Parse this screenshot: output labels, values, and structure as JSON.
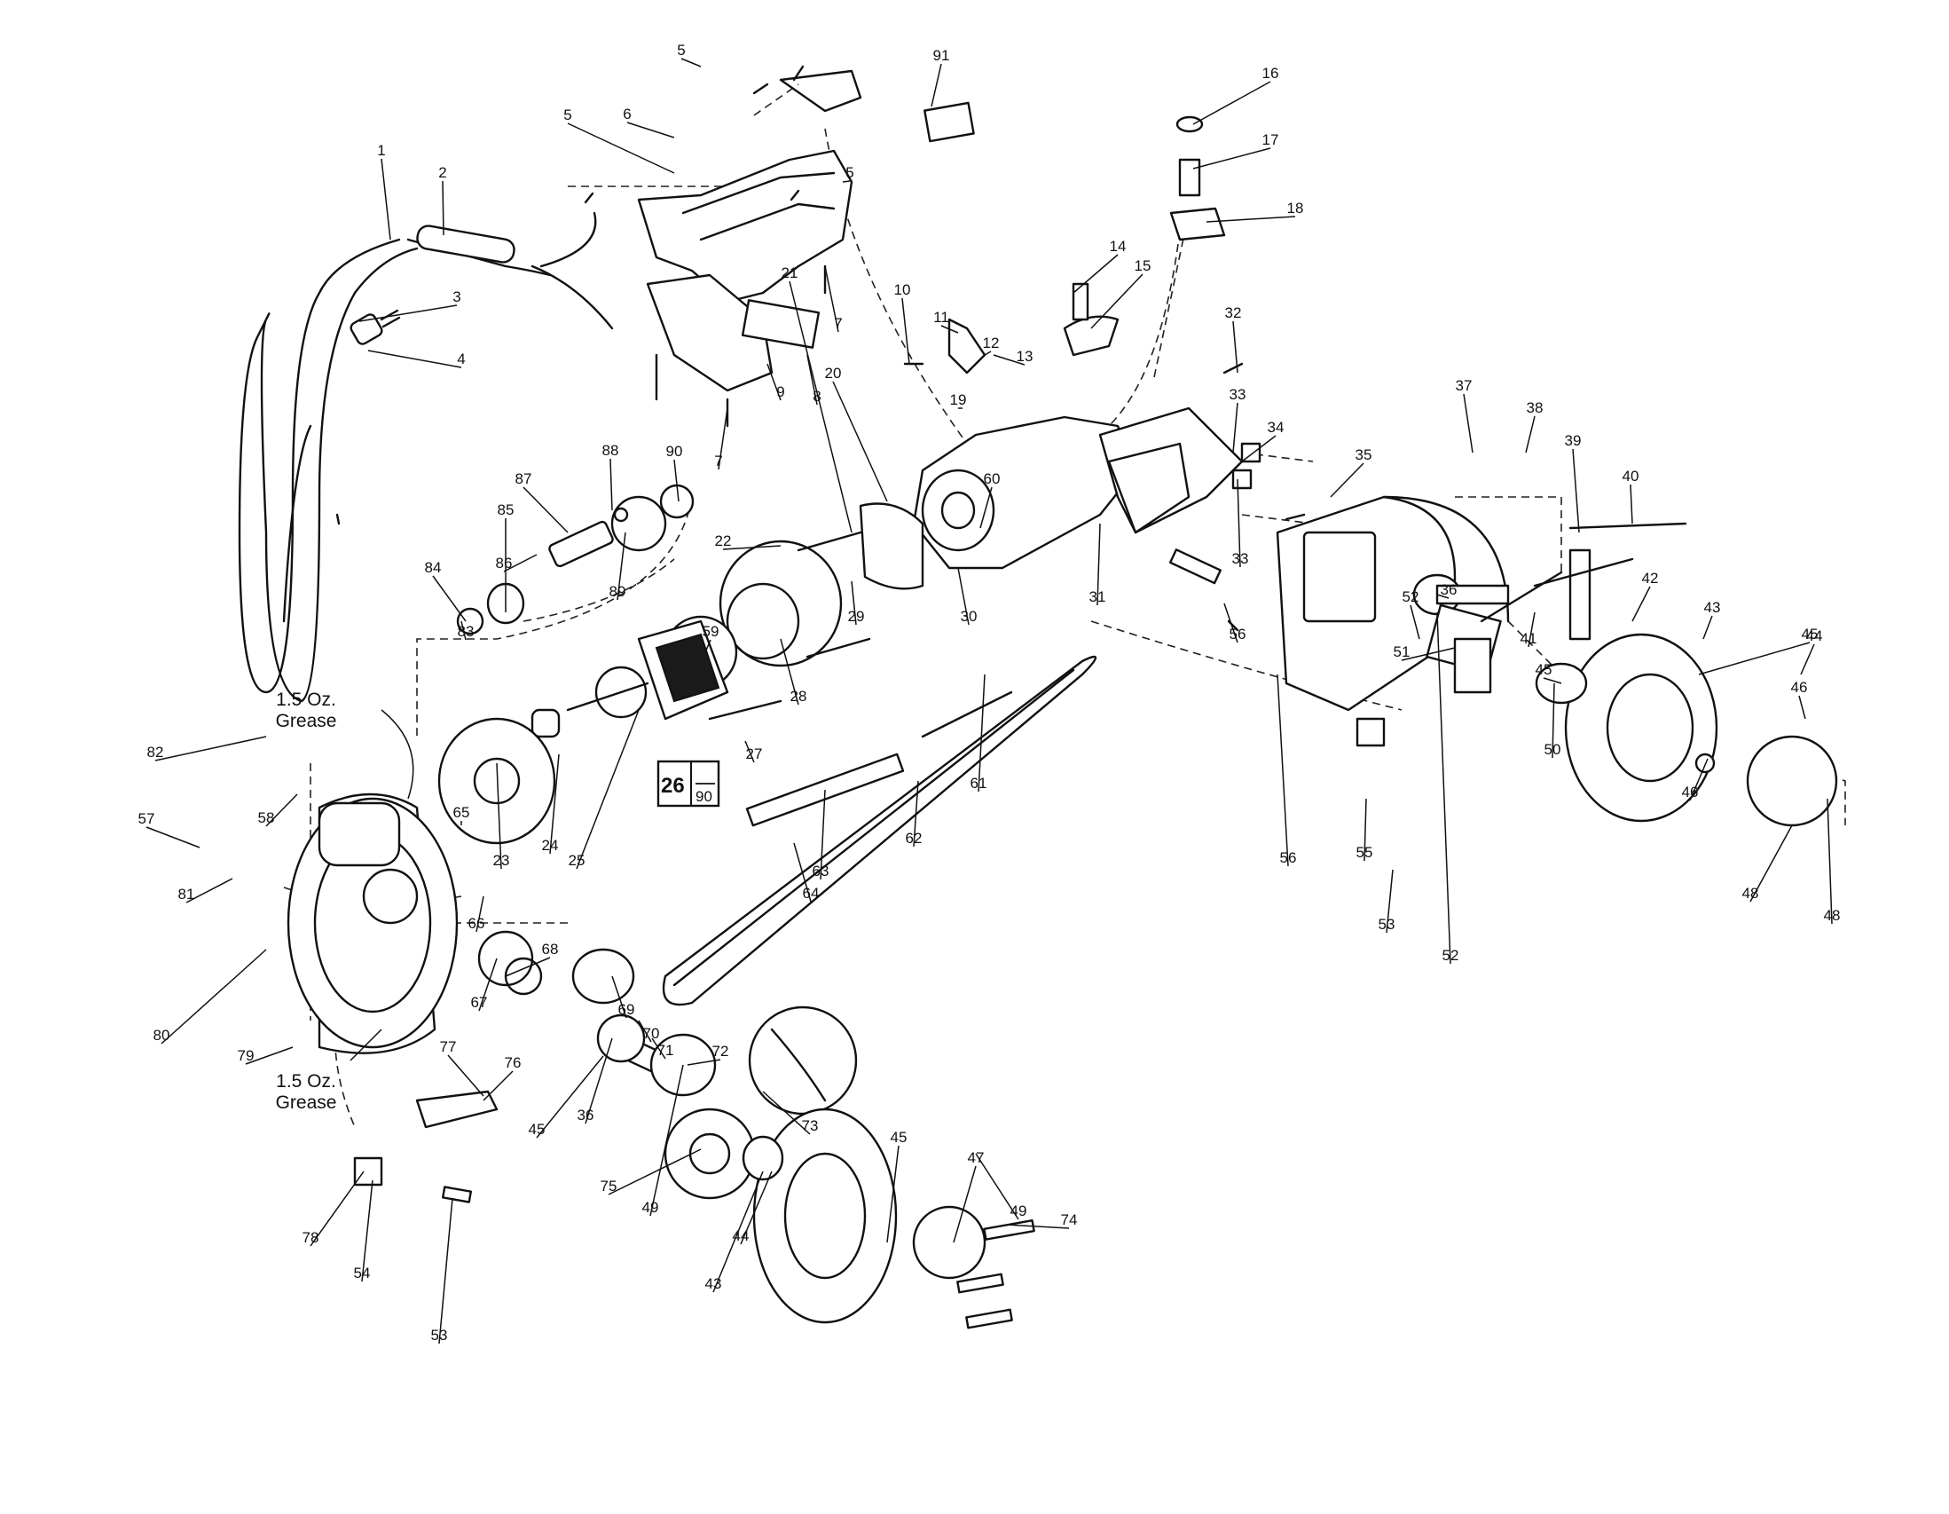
{
  "figure": {
    "part_labels": [
      "1",
      "2",
      "3",
      "4",
      "5",
      "5",
      "5",
      "6",
      "7",
      "7",
      "8",
      "9",
      "91",
      "10",
      "11",
      "12",
      "13",
      "14",
      "15",
      "16",
      "17",
      "18",
      "19",
      "20",
      "21",
      "22",
      "23",
      "24",
      "25",
      "27",
      "28",
      "29",
      "30",
      "31",
      "32",
      "33",
      "33",
      "34",
      "35",
      "36",
      "36",
      "37",
      "38",
      "39",
      "40",
      "41",
      "42",
      "43",
      "43",
      "44",
      "44",
      "45",
      "45",
      "45",
      "45",
      "46",
      "46",
      "47",
      "48",
      "48",
      "49",
      "49",
      "50",
      "51",
      "52",
      "52",
      "53",
      "53",
      "54",
      "55",
      "56",
      "56",
      "57",
      "58",
      "59",
      "60",
      "61",
      "62",
      "63",
      "64",
      "65",
      "66",
      "67",
      "68",
      "69",
      "70",
      "71",
      "72",
      "73",
      "74",
      "75",
      "76",
      "77",
      "78",
      "79",
      "80",
      "81",
      "82",
      "83",
      "84",
      "85",
      "86",
      "87",
      "88",
      "89",
      "90"
    ],
    "notes": [
      "1.5 Oz.\nGrease",
      "1.5 Oz.\nGrease"
    ],
    "kit_box": {
      "main": "26",
      "sub": "90"
    }
  }
}
